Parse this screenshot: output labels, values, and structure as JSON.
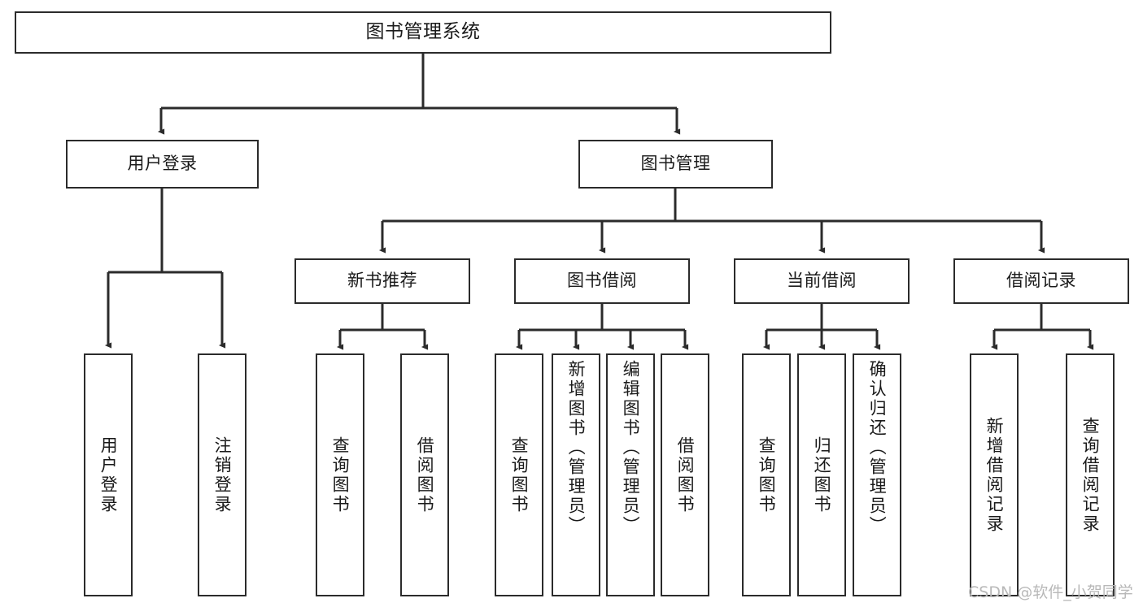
{
  "diagram": {
    "title": "图书管理系统",
    "type": "tree-hierarchy",
    "watermark": "CSDN @软件_小贺同学",
    "colors": {
      "background": "#ffffff",
      "stroke": "#2b2b2b",
      "text": "#1a1a1a",
      "watermark": "#b8b8b8"
    },
    "root": {
      "label": "图书管理系统"
    },
    "level1": [
      {
        "id": "user-login",
        "label": "用户登录"
      },
      {
        "id": "book-manage",
        "label": "图书管理"
      }
    ],
    "level2": [
      {
        "id": "new-book-recommend",
        "label": "新书推荐",
        "parent": "book-manage"
      },
      {
        "id": "book-borrow",
        "label": "图书借阅",
        "parent": "book-manage"
      },
      {
        "id": "current-borrow",
        "label": "当前借阅",
        "parent": "book-manage"
      },
      {
        "id": "borrow-record",
        "label": "借阅记录",
        "parent": "book-manage"
      }
    ],
    "leaves": [
      {
        "id": "leaf-user-login",
        "label": "用户登录",
        "parent": "user-login"
      },
      {
        "id": "leaf-user-logout",
        "label": "注销登录",
        "parent": "user-login"
      },
      {
        "id": "leaf-rec-query",
        "label": "查询图书",
        "parent": "new-book-recommend"
      },
      {
        "id": "leaf-rec-borrow",
        "label": "借阅图书",
        "parent": "new-book-recommend"
      },
      {
        "id": "leaf-bor-query",
        "label": "查询图书",
        "parent": "book-borrow"
      },
      {
        "id": "leaf-bor-add",
        "label": "新增图书（管理员）",
        "parent": "book-borrow"
      },
      {
        "id": "leaf-bor-edit",
        "label": "编辑图书（管理员）",
        "parent": "book-borrow"
      },
      {
        "id": "leaf-bor-borrow",
        "label": "借阅图书",
        "parent": "book-borrow"
      },
      {
        "id": "leaf-cur-query",
        "label": "查询图书",
        "parent": "current-borrow"
      },
      {
        "id": "leaf-cur-return",
        "label": "归还图书",
        "parent": "current-borrow"
      },
      {
        "id": "leaf-cur-confirm",
        "label": "确认归还（管理员）",
        "parent": "current-borrow"
      },
      {
        "id": "leaf-hist-add",
        "label": "新增借阅记录",
        "parent": "borrow-record"
      },
      {
        "id": "leaf-hist-query",
        "label": "查询借阅记录",
        "parent": "borrow-record"
      }
    ]
  }
}
